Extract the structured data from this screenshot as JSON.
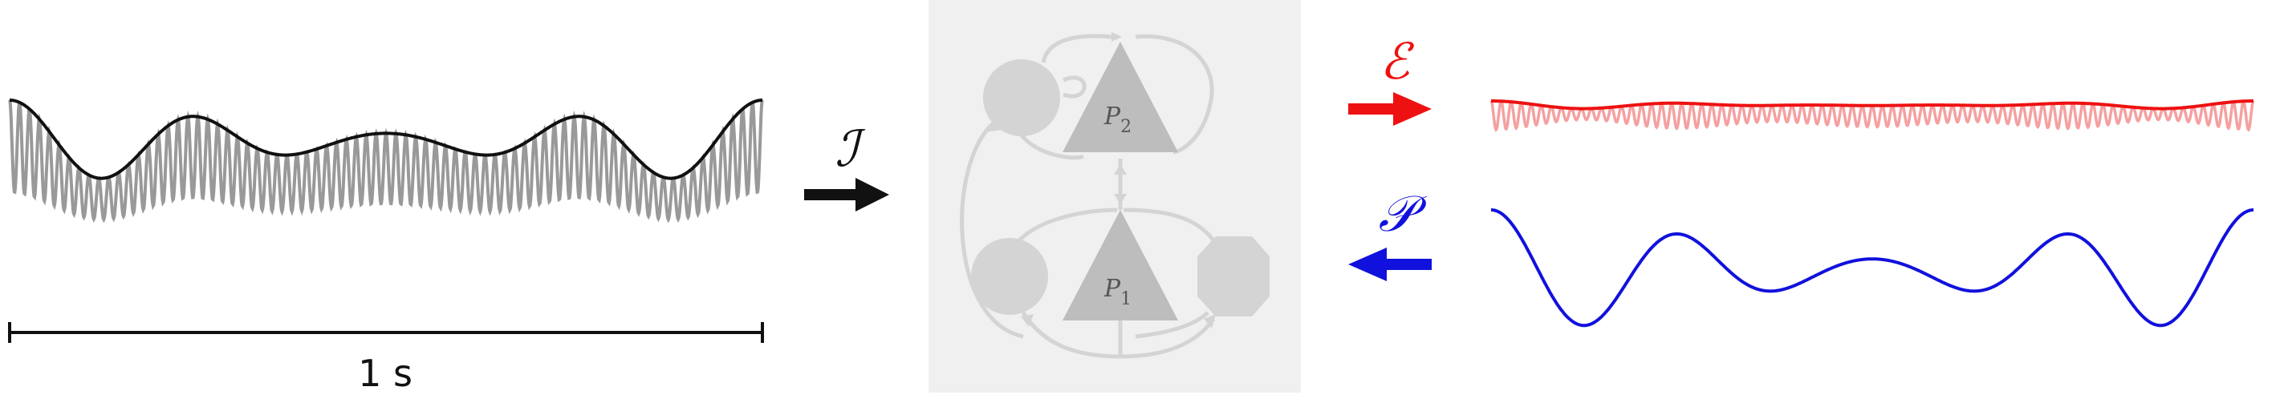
{
  "scale_bar": {
    "label": "1 s"
  },
  "operators": {
    "input": "ℐ",
    "estimate": "ℰ",
    "prediction": "𝒫"
  },
  "network": {
    "upper_neuron_label": "P",
    "upper_neuron_sub": "2",
    "lower_neuron_label": "P",
    "lower_neuron_sub": "1"
  },
  "colors": {
    "signal": "#999999",
    "envelope": "#111111",
    "error": "#ee1111",
    "error_light": "#f5a0a0",
    "prediction": "#1111dd",
    "panel_bg": "#f0f0f0",
    "network_gray": "#d4d4d4",
    "neuron_gray": "#bdbdbd"
  }
}
